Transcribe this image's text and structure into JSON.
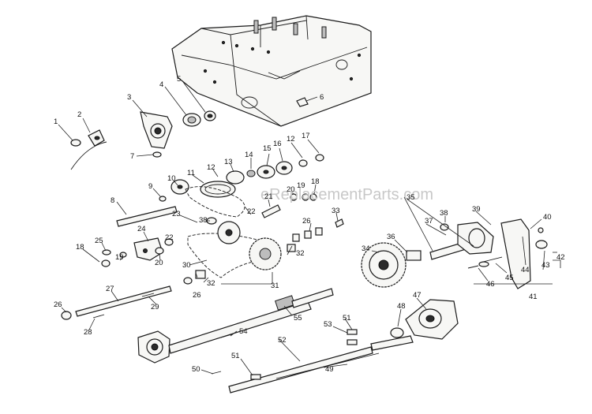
{
  "watermark": "eReplacementParts.com",
  "callouts": [
    {
      "id": "c1",
      "label": "1"
    },
    {
      "id": "c2",
      "label": "2"
    },
    {
      "id": "c3",
      "label": "3"
    },
    {
      "id": "c4",
      "label": "4"
    },
    {
      "id": "c5",
      "label": "5"
    },
    {
      "id": "c6",
      "label": "6"
    },
    {
      "id": "c7",
      "label": "7"
    },
    {
      "id": "c8",
      "label": "8"
    },
    {
      "id": "c9",
      "label": "9"
    },
    {
      "id": "c10",
      "label": "10"
    },
    {
      "id": "c11",
      "label": "11"
    },
    {
      "id": "c12a",
      "label": "12"
    },
    {
      "id": "c13",
      "label": "13"
    },
    {
      "id": "c14",
      "label": "14"
    },
    {
      "id": "c15",
      "label": "15"
    },
    {
      "id": "c16",
      "label": "16"
    },
    {
      "id": "c12b",
      "label": "12"
    },
    {
      "id": "c17",
      "label": "17"
    },
    {
      "id": "c18a",
      "label": "18"
    },
    {
      "id": "c19a",
      "label": "19"
    },
    {
      "id": "c20a",
      "label": "20"
    },
    {
      "id": "c21",
      "label": "21"
    },
    {
      "id": "c22a",
      "label": "22"
    },
    {
      "id": "c23",
      "label": "23"
    },
    {
      "id": "c38a",
      "label": "38"
    },
    {
      "id": "c24",
      "label": "24"
    },
    {
      "id": "c25",
      "label": "25"
    },
    {
      "id": "c18b",
      "label": "18"
    },
    {
      "id": "c19b",
      "label": "19"
    },
    {
      "id": "c20b",
      "label": "20"
    },
    {
      "id": "c22b",
      "label": "22"
    },
    {
      "id": "c30",
      "label": "30"
    },
    {
      "id": "c32a",
      "label": "32"
    },
    {
      "id": "c26a",
      "label": "26"
    },
    {
      "id": "c26b",
      "label": "26"
    },
    {
      "id": "c33",
      "label": "33"
    },
    {
      "id": "c32b",
      "label": "32"
    },
    {
      "id": "c31",
      "label": "31"
    },
    {
      "id": "c27",
      "label": "27"
    },
    {
      "id": "c29",
      "label": "29"
    },
    {
      "id": "c26c",
      "label": "26"
    },
    {
      "id": "c28",
      "label": "28"
    },
    {
      "id": "c34",
      "label": "34"
    },
    {
      "id": "c36",
      "label": "36"
    },
    {
      "id": "c35",
      "label": "35"
    },
    {
      "id": "c37",
      "label": "37"
    },
    {
      "id": "c38b",
      "label": "38"
    },
    {
      "id": "c39",
      "label": "39"
    },
    {
      "id": "c40",
      "label": "40"
    },
    {
      "id": "c43",
      "label": "43"
    },
    {
      "id": "c44",
      "label": "44"
    },
    {
      "id": "c42",
      "label": "42"
    },
    {
      "id": "c41",
      "label": "41"
    },
    {
      "id": "c45",
      "label": "45"
    },
    {
      "id": "c46",
      "label": "46"
    },
    {
      "id": "c47",
      "label": "47"
    },
    {
      "id": "c48",
      "label": "48"
    },
    {
      "id": "c55",
      "label": "55"
    },
    {
      "id": "c54",
      "label": "54"
    },
    {
      "id": "c53",
      "label": "53"
    },
    {
      "id": "c51a",
      "label": "51"
    },
    {
      "id": "c52",
      "label": "52"
    },
    {
      "id": "c51b",
      "label": "51"
    },
    {
      "id": "c49",
      "label": "49"
    },
    {
      "id": "c50",
      "label": "50"
    }
  ]
}
